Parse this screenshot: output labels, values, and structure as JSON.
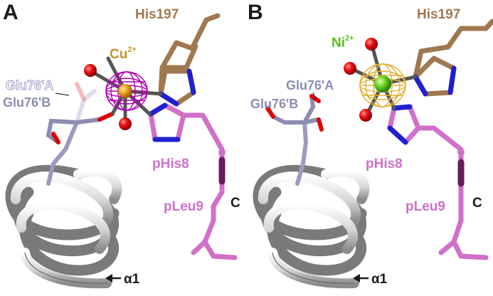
{
  "panel_a": {
    "letter": "A",
    "metal_label": "Cu",
    "metal_charge": "2+",
    "labels": {
      "his197": "His197",
      "glu76a": "Glu76'A",
      "glu76b": "Glu76'B",
      "phis8": "pHis8",
      "pleu9": "pLeu9",
      "c_term": "C",
      "helix": "α1"
    }
  },
  "panel_b": {
    "letter": "B",
    "metal_label": "Ni",
    "metal_charge": "2+",
    "labels": {
      "his197": "His197",
      "glu76a": "Glu76'A",
      "glu76b": "Glu76'B",
      "phis8": "pHis8",
      "pleu9": "pLeu9",
      "c_term": "C",
      "helix": "α1"
    }
  },
  "colors": {
    "his197": "#a07850",
    "glu76": "#8c8cb4",
    "phis8": "#d070c8",
    "pleu9_dark": "#6a1a60",
    "nitrogen": "#2020d0",
    "oxygen": "#e00000",
    "copper": "#e0a020",
    "copper_mesh": "#b000b0",
    "nickel": "#60d020",
    "nickel_mesh": "#e0b030",
    "helix": "#d8d8d8",
    "helix_dark": "#8a8a8a",
    "text_dark": "#1a1a1a"
  }
}
